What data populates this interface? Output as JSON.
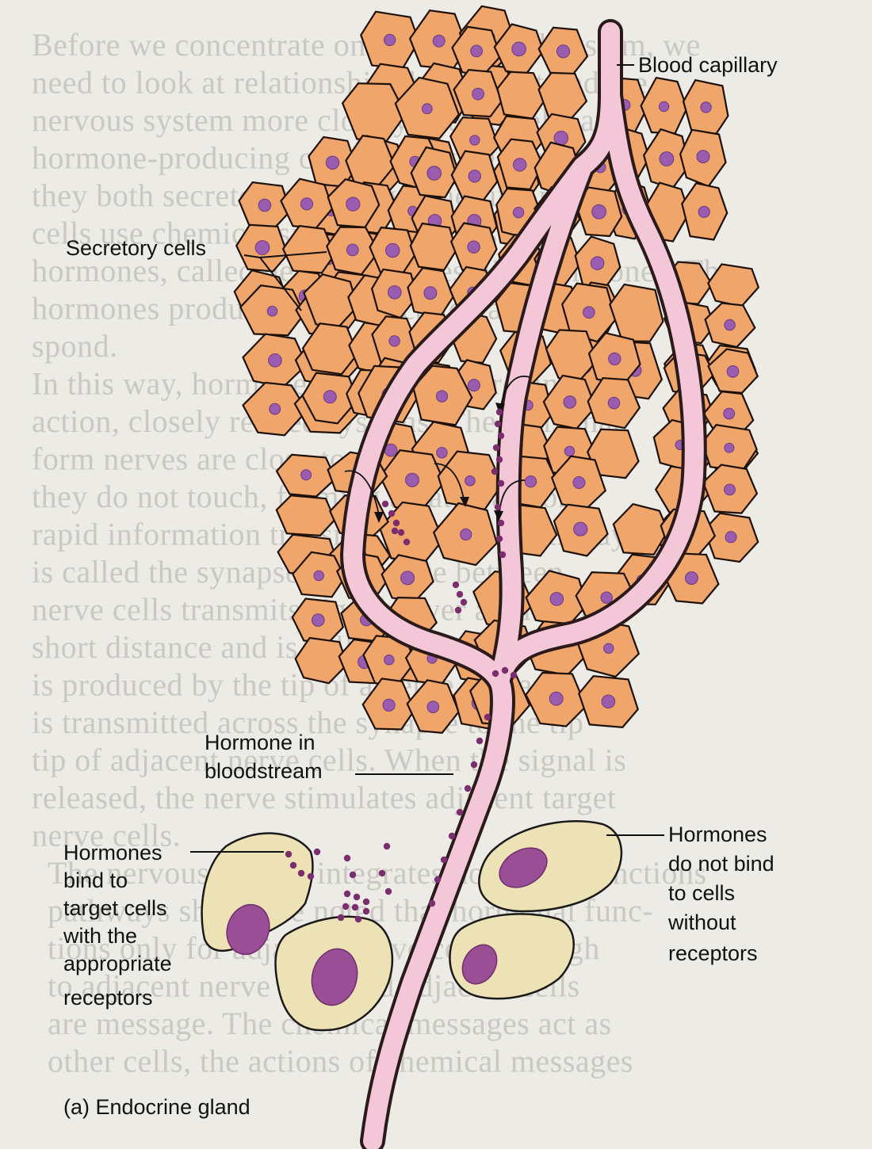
{
  "labels": {
    "blood_capillary": "Blood capillary",
    "secretory_cells": "Secretory cells",
    "hormone_in_bloodstream": [
      "Hormone in",
      "bloodstream"
    ],
    "hormones_bind": [
      "Hormones",
      "bind to",
      "target cells",
      "with the",
      "appropriate",
      "receptors"
    ],
    "hormones_do_not_bind": [
      "Hormones",
      "do not bind",
      "to cells",
      "without",
      "receptors"
    ],
    "caption": "(a) Endocrine gland"
  },
  "background_text_lines": [
    "Before we concentrate on the hormonal system, we",
    "need to look at relationships between it and the",
    "nervous system more closely. Nerve cells and",
    "hormone-producing cells are strongly related, since",
    "they both secrete chemically. The first nerve",
    "cells use chemical signals, otherwise like",
    "hormones, called neurohormones, like hormones. The",
    "hormones produced a nerve called a certain re-",
    "spond.",
    "In this way, hormones and nerves are, in",
    "action, closely related systems. The cells that",
    "form nerves are close to each other although",
    "they do not touch, forming a pathway for",
    "rapid information transmission. This pathway",
    "is called the synapse. The space between",
    "nerve cells transmits signals over a relatively",
    "short distance and is called a synaptic cleft.",
    "is produced by the tip of a nerve cell and",
    "is transmitted across the synapse to the tip",
    "tip of adjacent nerve cells. When the signal is",
    "released, the nerve stimulates adjacent target",
    "nerve cells.",
    "The nervous system integrates hormonal functions",
    "pathways should be noted that hormonal func-",
    "tions only for adjacent nerve cells through",
    "to adjacent nerve cells and adjacent cells",
    "are message. The chemical messages act as",
    "other cells, the actions of chemical messages"
  ],
  "colors": {
    "secretory_cell": "#f0a56a",
    "nucleus": "#9a5cae",
    "capillary": "#f3c6d8",
    "hormone": "#7b2e6e",
    "target_cell": "#ede1b6",
    "background": "#ecebe6"
  }
}
